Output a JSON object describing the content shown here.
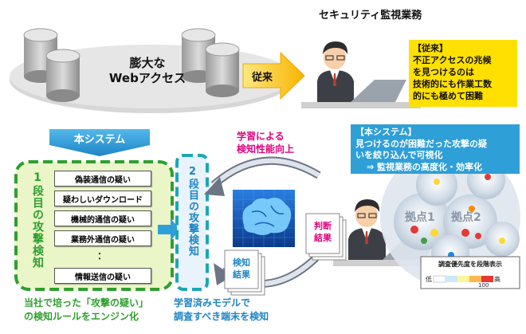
{
  "header_title": "セキュリティ監視業務",
  "web_access": {
    "line1": "膨大な",
    "line2": "Webアクセス"
  },
  "arrow_label": "従来",
  "legacy_note": {
    "heading": "【従来】",
    "lines": [
      "不正アクセスの兆候",
      "を見つけるのは",
      "技術的にも作業工数",
      "的にも極めて困難"
    ]
  },
  "system_label": "本システム",
  "stage1": {
    "title": "1段目の攻撃検知",
    "rules": [
      "偽装通信の疑い",
      "疑わしいダウンロード",
      "機械的通信の疑い",
      "業務外通信の疑い",
      "：",
      "情報送信の疑い"
    ],
    "caption_line1": "当社で培った「攻撃の疑い」",
    "caption_line2": "の検知ルールをエンジン化"
  },
  "stage2": {
    "title": "2段目の攻撃検知",
    "caption_line1": "学習済みモデルで",
    "caption_line2": "調査すべき端末を検知"
  },
  "learning_label": {
    "line1": "学習による",
    "line2": "検知性能向上"
  },
  "judgment_doc": {
    "line1": "判断",
    "line2": "結果"
  },
  "detection_doc": {
    "line1": "検知",
    "line2": "結果"
  },
  "new_system_note": {
    "heading": "【本システム】",
    "line1": "見つけるのが困難だった攻撃の疑",
    "line2": "いを絞り込んで可視化",
    "line3": "⇒ 監視業務の高度化・効率化"
  },
  "bubbles": {
    "point1": "拠点1",
    "point2": "拠点2"
  },
  "priority_legend": {
    "title": "調査優先度を段階表示",
    "low": "低",
    "high": "高",
    "value": "100"
  },
  "colors": {
    "system_blue": "#2f9fd8",
    "stage1_green": "#2e9f2e",
    "stage1_fill": "#eaf6c8",
    "stage2_teal": "#1aa7b6",
    "magenta": "#e2007f",
    "note_yellow": "#ffe000",
    "arrow_orange": "#f7b500"
  }
}
